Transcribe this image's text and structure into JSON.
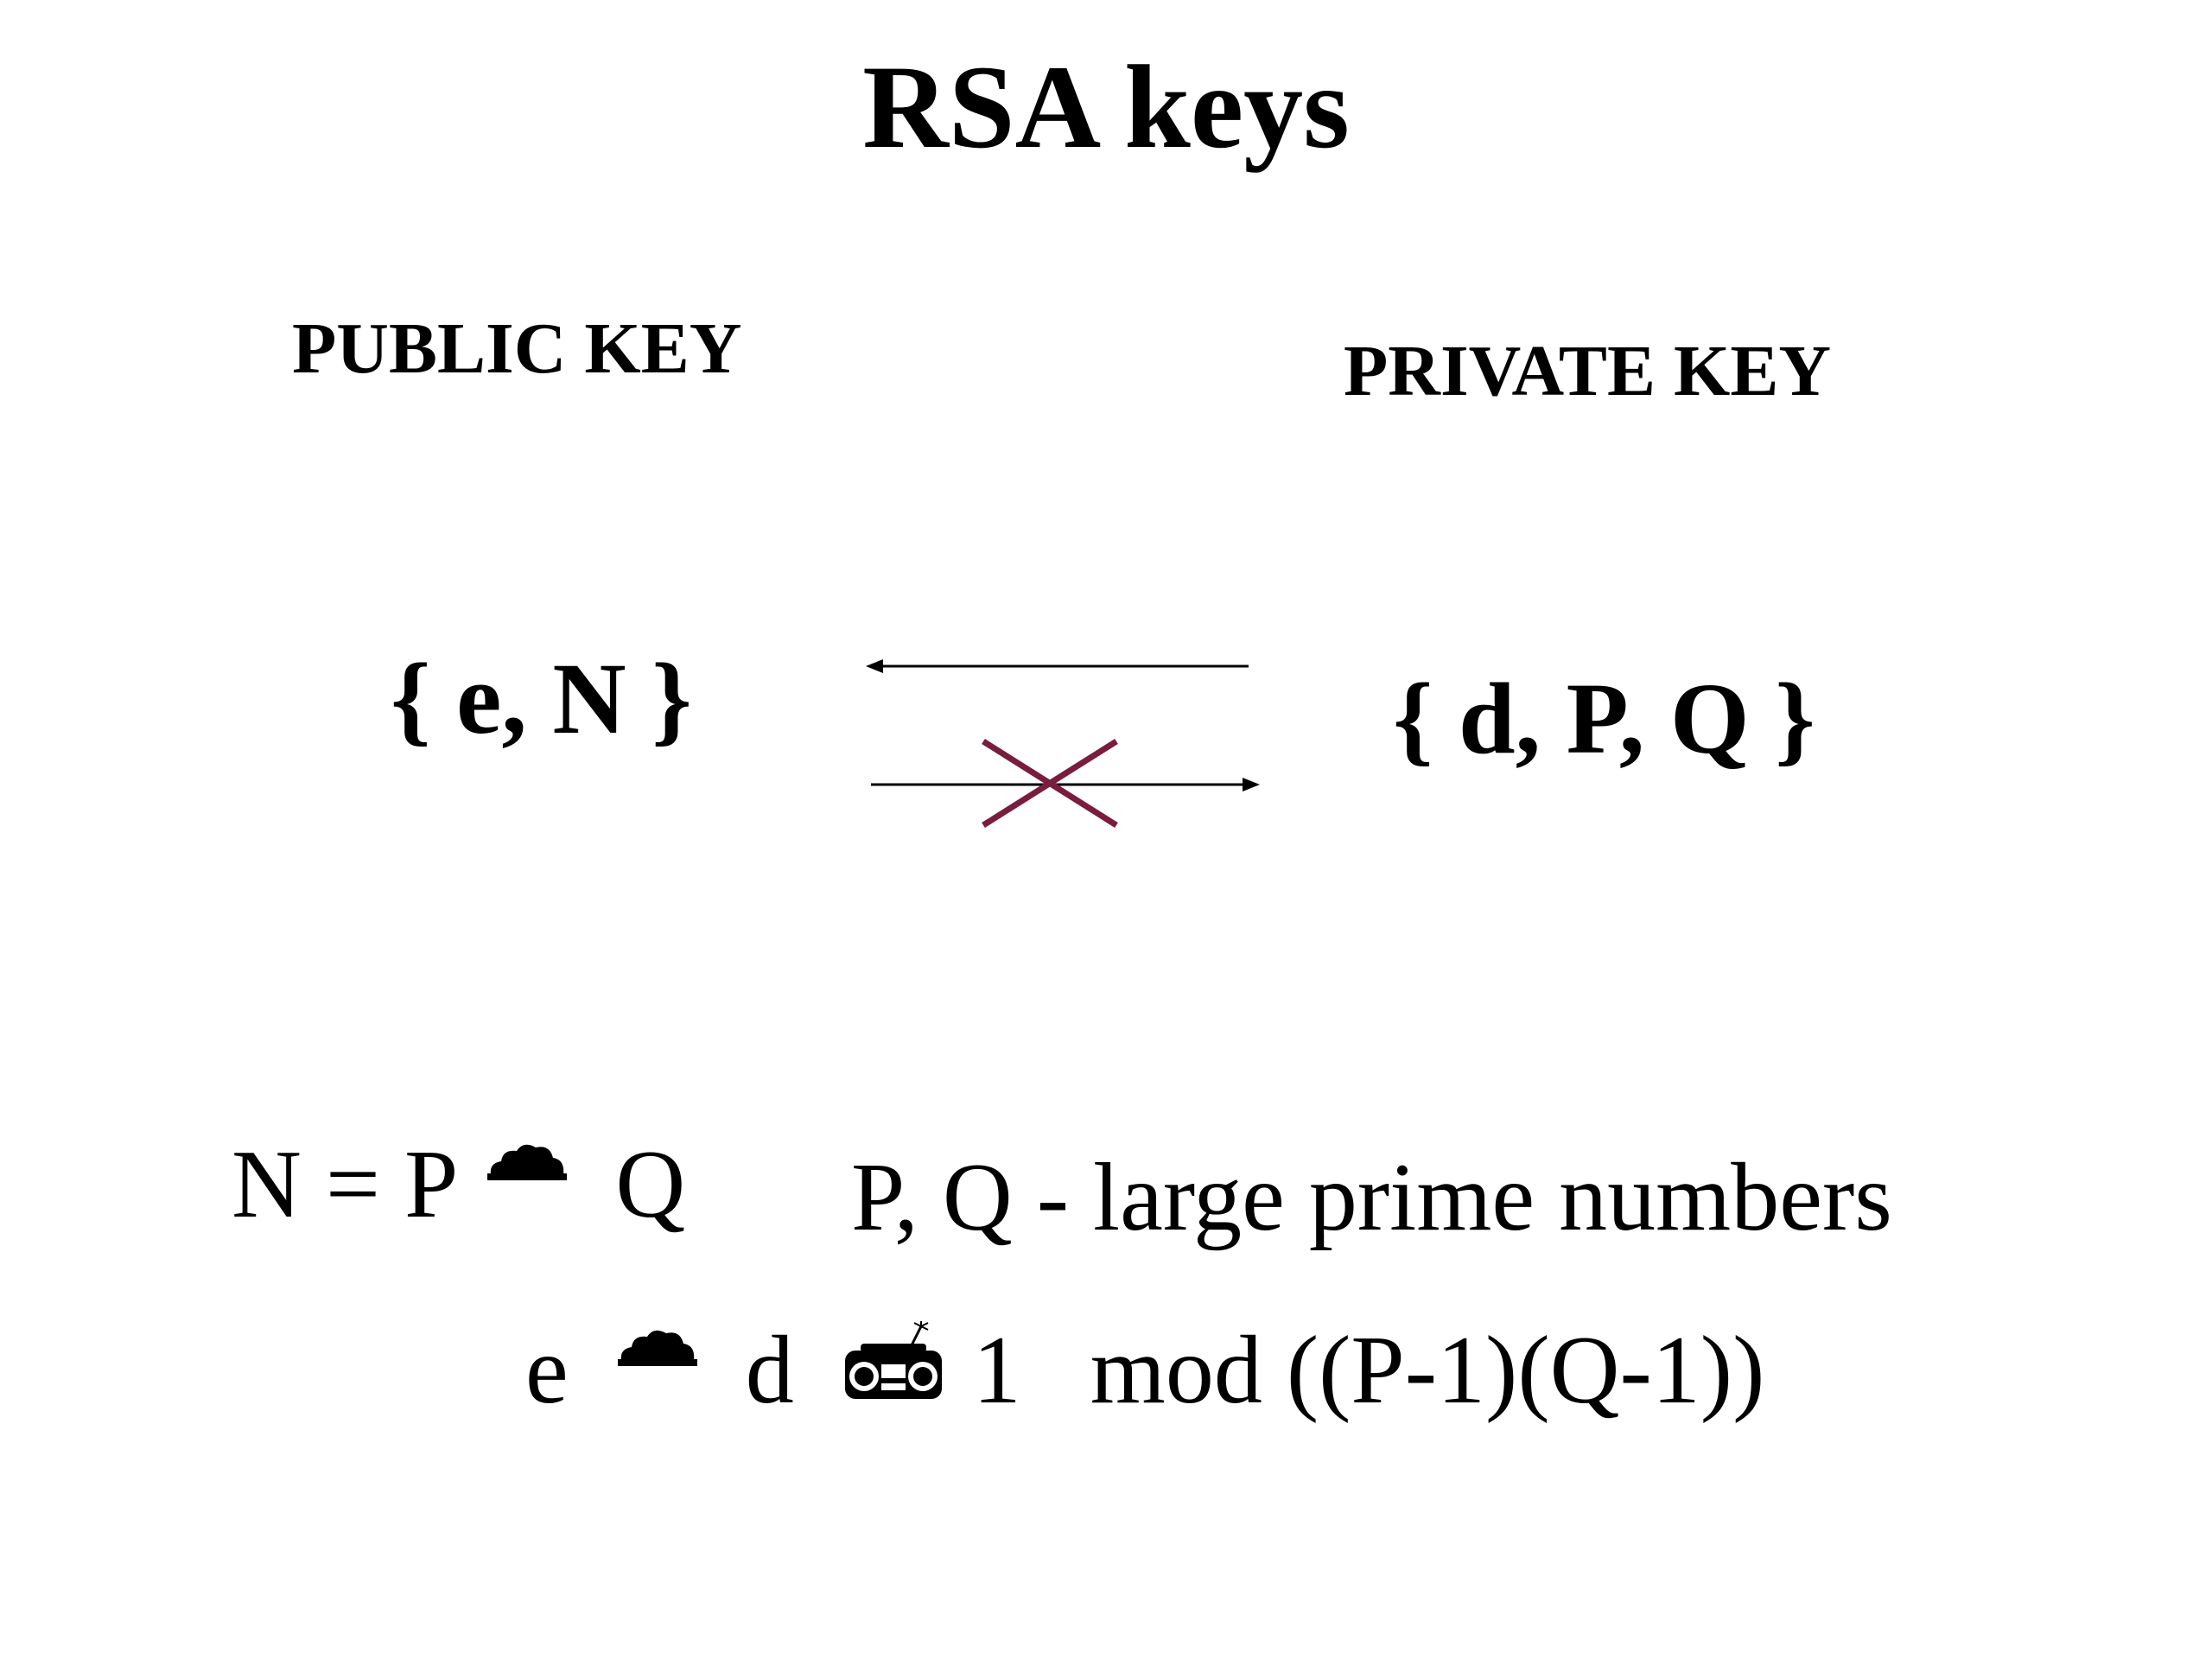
{
  "slide": {
    "title": "RSA keys",
    "public_key_label": "PUBLIC KEY",
    "private_key_label": "PRIVATE KEY",
    "public_key_set": "{ e, N }",
    "private_key_set": "{ d, P, Q }",
    "cross_color": "#7a1c3e"
  },
  "formula1": {
    "lhs": "N = P",
    "operator_icon": "cloud-icon",
    "rhs": "Q"
  },
  "primes_note": "P, Q - large prime numbers",
  "formula2": {
    "lhs": "e",
    "operator_icon": "cloud-icon",
    "mid": "d",
    "relation_icon": "boombox-icon",
    "rhs": "1",
    "mod_text": "mod ((P-1)(Q-1))"
  }
}
